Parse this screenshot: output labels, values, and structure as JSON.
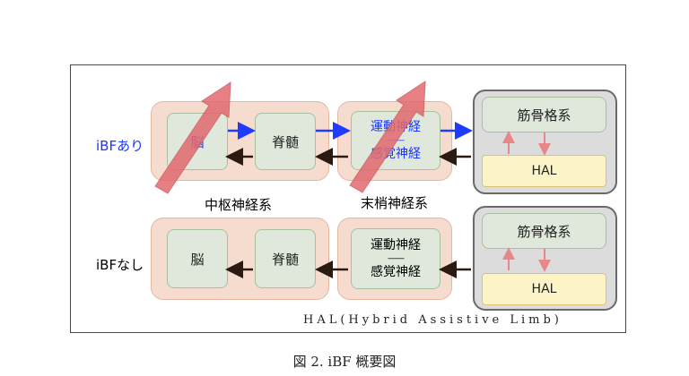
{
  "row_with": {
    "label": "iBFあり",
    "brain": "脳",
    "spinal": "脊髄",
    "motor": "運動神経",
    "separator": "--------",
    "sensory": "感覚神経",
    "musculo": "筋骨格系",
    "hal": "HAL"
  },
  "row_without": {
    "label": "iBFなし",
    "brain": "脳",
    "spinal": "脊髄",
    "motor": "運動神経",
    "separator": "--------",
    "sensory": "感覚神経",
    "musculo": "筋骨格系",
    "hal": "HAL"
  },
  "labels": {
    "cns": "中枢神経系",
    "pns": "末梢神経系",
    "hal_footnote": "HAL(Hybrid Assistive Limb)"
  },
  "caption": "図 2. iBF 概要図",
  "colors": {
    "efferent_arrow": "#1f3bff",
    "afferent_arrow": "#2a1a12",
    "hal_arrow": "#e8878a",
    "highlight_arrow": "#e26a6f",
    "ibf_label": "#1a36ff"
  }
}
